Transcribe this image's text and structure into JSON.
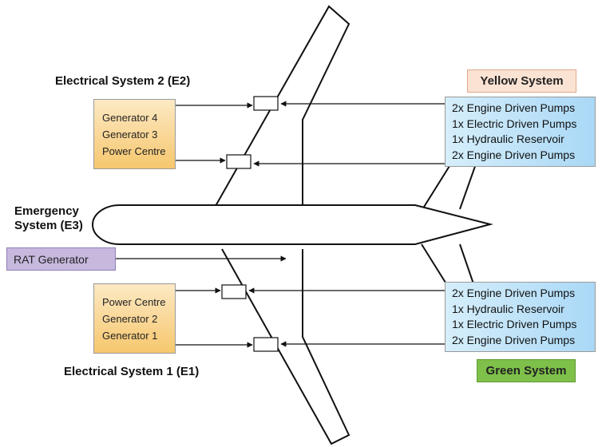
{
  "electrical_2": {
    "title": "Electrical System 2 (E2)",
    "items": [
      "Generator 4",
      "Generator 3",
      "Power Centre"
    ]
  },
  "electrical_1": {
    "title": "Electrical System 1 (E1)",
    "items": [
      "Power Centre",
      "Generator 2",
      "Generator 1"
    ]
  },
  "emergency": {
    "title_line1": "Emergency",
    "title_line2": "System (E3)",
    "generator": "RAT Generator"
  },
  "yellow_system": {
    "label": "Yellow System",
    "color": "#fbe3d4",
    "items": [
      "2x Engine Driven Pumps",
      "1x Electric Driven Pumps",
      "1x Hydraulic Reservoir",
      "2x Engine Driven Pumps"
    ]
  },
  "green_system": {
    "label": "Green System",
    "color": "#7ec04a",
    "items": [
      "2x Engine Driven Pumps",
      "1x Hydraulic Reservoir",
      "1x Electric Driven Pumps",
      "2x Engine Driven Pumps"
    ]
  }
}
